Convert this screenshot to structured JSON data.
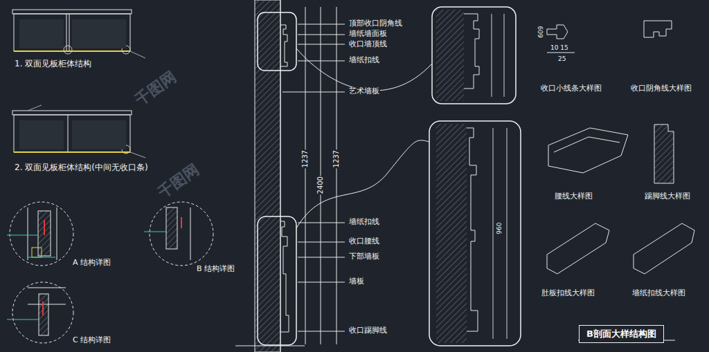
{
  "diagram": {
    "nodes": [
      {
        "text": [
          "B剖面大样结构图"
        ]
      }
    ],
    "labels": [
      "1. 双面见板柜体结构",
      "2. 双面见板柜体结构(中间无收口条)",
      "A 结构详图",
      "B 结构详图",
      "C 结构详图",
      "顶部收口阴角线",
      "墙纸墙面板",
      "收口墙顶线",
      "墙纸扣线",
      "艺术墙板",
      "墙纸扣线",
      "收口腰线",
      "下部墙板",
      "墙板",
      "收口踢脚线",
      "1237",
      "1237",
      "2400",
      "收口小线条大样图",
      "收口阴角线大样图",
      "腰线大样图",
      "踢脚线大样图",
      "肚板扣线大样图",
      "墙纸扣线大样图",
      "10 15",
      "25",
      "609",
      "960",
      "千图网",
      "千图网"
    ]
  }
}
